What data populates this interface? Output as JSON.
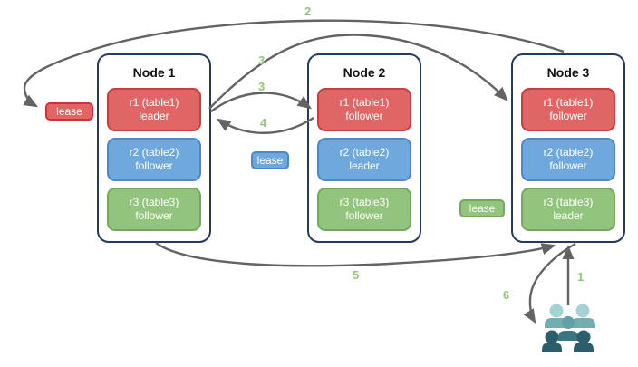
{
  "diagram": {
    "nodes": [
      {
        "title": "Node 1",
        "replicas": [
          {
            "range": "r1 (table1)",
            "role": "leader",
            "color": "red"
          },
          {
            "range": "r2 (table2)",
            "role": "follower",
            "color": "blue"
          },
          {
            "range": "r3 (table3)",
            "role": "follower",
            "color": "green"
          }
        ]
      },
      {
        "title": "Node 2",
        "replicas": [
          {
            "range": "r1 (table1)",
            "role": "follower",
            "color": "red"
          },
          {
            "range": "r2 (table2)",
            "role": "leader",
            "color": "blue"
          },
          {
            "range": "r3 (table3)",
            "role": "follower",
            "color": "green"
          }
        ]
      },
      {
        "title": "Node 3",
        "replicas": [
          {
            "range": "r1 (table1)",
            "role": "follower",
            "color": "red"
          },
          {
            "range": "r2 (table2)",
            "role": "follower",
            "color": "blue"
          },
          {
            "range": "r3 (table3)",
            "role": "leader",
            "color": "green"
          }
        ]
      }
    ],
    "leases": [
      {
        "label": "lease",
        "color": "#e06666"
      },
      {
        "label": "lease",
        "color": "#6fa8dc"
      },
      {
        "label": "lease",
        "color": "#93c47d"
      }
    ],
    "steps": {
      "s1": "1",
      "s2": "2",
      "s3a": "3",
      "s3b": "3",
      "s4": "4",
      "s5": "5",
      "s6": "6"
    },
    "icons": {
      "users": "users-group-icon"
    },
    "colors": {
      "red": "#e06666",
      "blue": "#6fa8dc",
      "green": "#93c47d",
      "arrow": "#636363",
      "step_label": "#93c47d",
      "node_border": "#253a5e"
    }
  }
}
